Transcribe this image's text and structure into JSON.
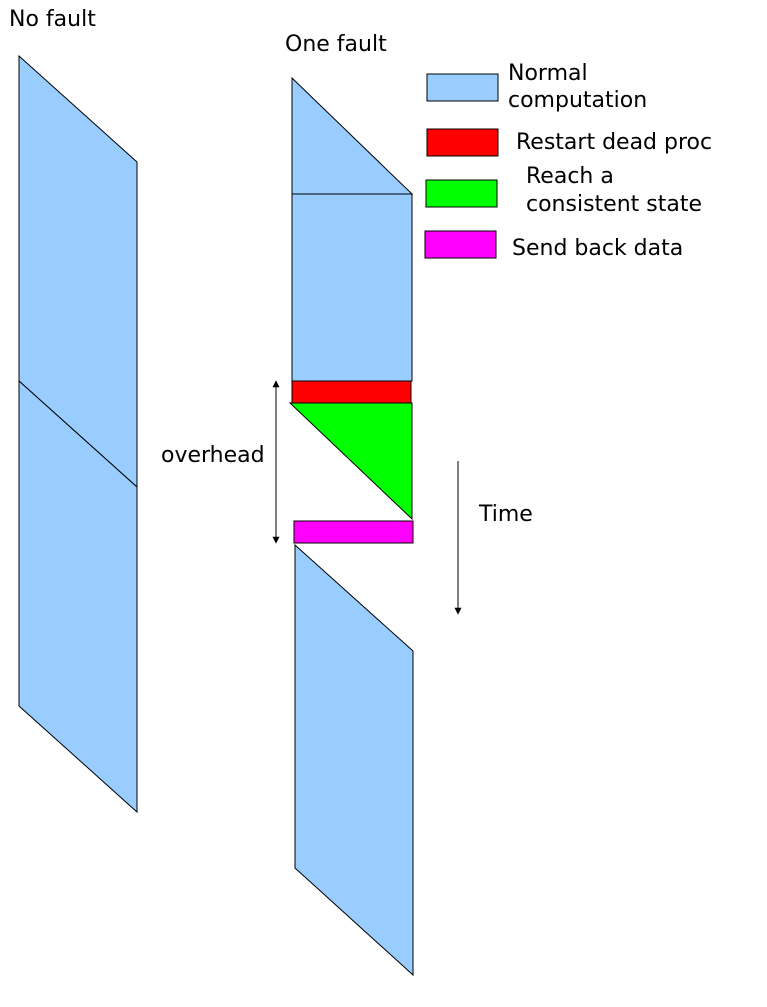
{
  "labels": {
    "no_fault": "No fault",
    "one_fault": "One fault",
    "overhead": "overhead",
    "time": "Time"
  },
  "legend": {
    "normal_line1": "Normal",
    "normal_line2": "computation",
    "restart": "Restart dead proc",
    "reach_line1": "Reach a",
    "reach_line2": "consistent state",
    "send_back": "Send back data"
  },
  "colors": {
    "normal_computation": "#99ccff",
    "restart_dead_proc": "#ff0000",
    "reach_consistent_state": "#00ff00",
    "send_back_data": "#ff00ff",
    "outline": "#000000"
  }
}
